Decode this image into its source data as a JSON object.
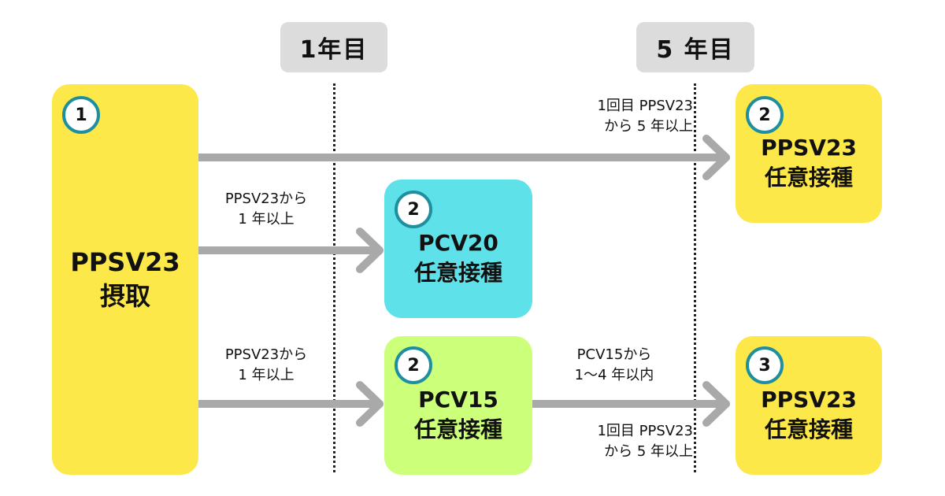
{
  "colors": {
    "yellow": "#fde84a",
    "cyan": "#5ee1e8",
    "green": "#ccff7a",
    "arrow": "#a9a9a9",
    "badge_ring": "#1f8fa0",
    "year_tag": "#dcdcdc"
  },
  "timeline": {
    "year1": "1年目",
    "year5": "5 年目"
  },
  "start_box": {
    "badge": "1",
    "line1": "PPSV23",
    "line2": "摂取"
  },
  "box_top_right": {
    "badge": "2",
    "line1": "PPSV23",
    "line2": "任意接種"
  },
  "box_pcv20": {
    "badge": "2",
    "line1": "PCV20",
    "line2": "任意接種"
  },
  "box_pcv15": {
    "badge": "2",
    "line1": "PCV15",
    "line2": "任意接種"
  },
  "box_bottom_right": {
    "badge": "3",
    "line1": "PPSV23",
    "line2": "任意接種"
  },
  "notes": {
    "top_arrow": {
      "line1": "1回目 PPSV23",
      "line2": "から 5 年以上"
    },
    "mid_arrow": {
      "line1": "PPSV23から",
      "line2": "1 年以上"
    },
    "low_arrow": {
      "line1": "PPSV23から",
      "line2": "1 年以上"
    },
    "right_above": {
      "line1": "PCV15から",
      "line2": "1～4 年以内"
    },
    "right_below": {
      "line1": "1回目 PPSV23",
      "line2": "から 5 年以上"
    }
  }
}
